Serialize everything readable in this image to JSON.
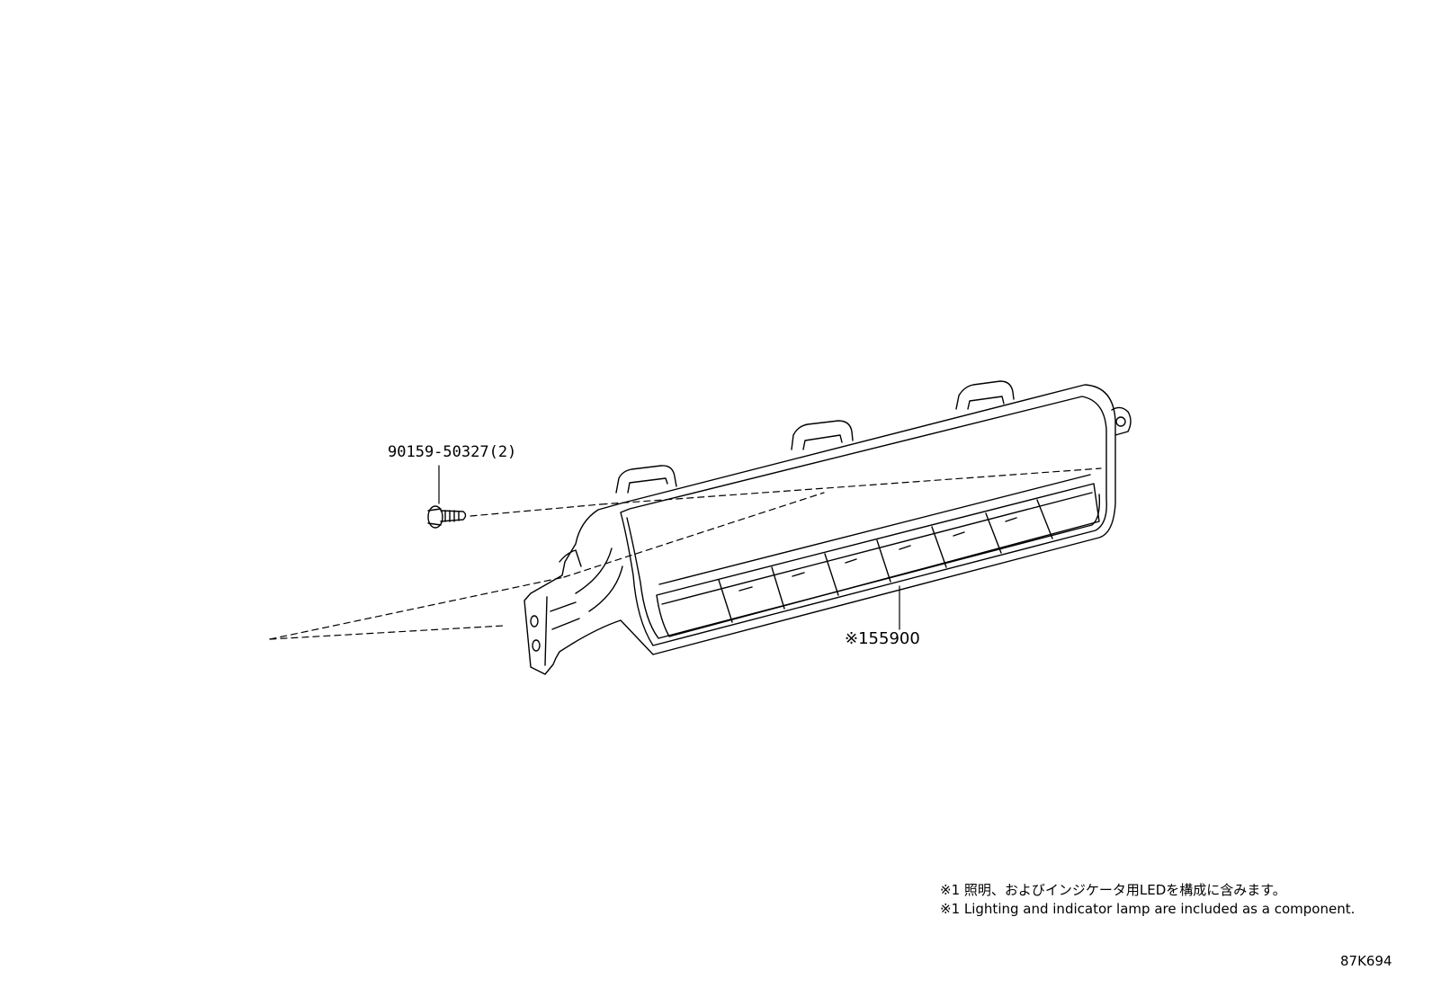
{
  "part_labels": {
    "bolt": "90159-50327(2)",
    "lamp_assembly": "※155900"
  },
  "notes": {
    "jp": "※1 照明、およびインジケータ用LEDを構成に含みます。",
    "en": "※1 Lighting and indicator lamp are included as a component."
  },
  "diagram_code": "87K694",
  "colors": {
    "line": "#000000",
    "background": "#ffffff"
  }
}
